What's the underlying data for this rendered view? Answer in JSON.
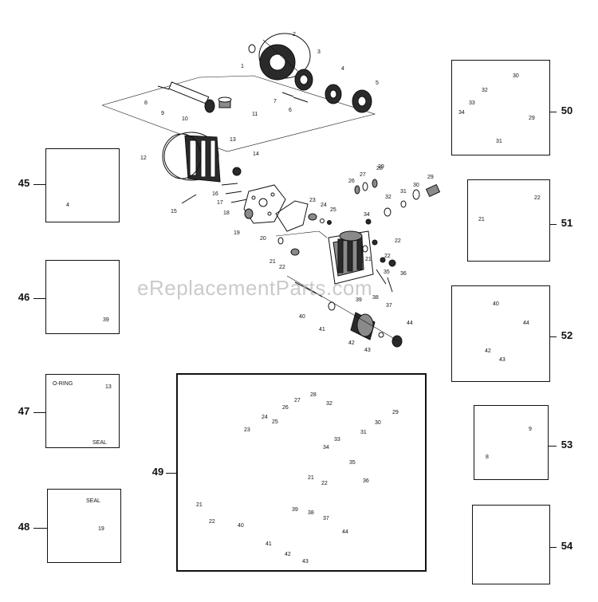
{
  "watermark": "eReplacementParts.com",
  "kit_labels": {
    "k45": "45",
    "k46": "46",
    "k47": "47",
    "k48": "48",
    "k49": "49",
    "k50": "50",
    "k51": "51",
    "k52": "52",
    "k53": "53",
    "k54": "54"
  },
  "text_labels": {
    "o_ring": "O-RING",
    "seal_47": "SEAL",
    "seal_48": "SEAL"
  },
  "callouts": {
    "main": [
      "1",
      "2",
      "3",
      "4",
      "5",
      "6",
      "7",
      "8",
      "9",
      "10",
      "11",
      "12",
      "13",
      "14",
      "15",
      "16",
      "17",
      "18",
      "19",
      "20",
      "21",
      "22",
      "23",
      "24",
      "25",
      "26",
      "27",
      "28",
      "29",
      "30",
      "31",
      "32",
      "34",
      "35",
      "36",
      "37",
      "38",
      "39",
      "40",
      "41",
      "42",
      "43",
      "44",
      "21",
      "22",
      "22",
      "29"
    ],
    "kit45": [
      "4"
    ],
    "kit46": [
      "39"
    ],
    "kit47": [
      "13"
    ],
    "kit48": [
      "19"
    ],
    "kit49": [
      "21",
      "22",
      "23",
      "24",
      "25",
      "26",
      "27",
      "28",
      "29",
      "30",
      "31",
      "32",
      "33",
      "34",
      "35",
      "36",
      "37",
      "38",
      "39",
      "40",
      "41",
      "42",
      "43",
      "44",
      "21",
      "22"
    ],
    "kit50": [
      "29",
      "30",
      "31",
      "32",
      "33",
      "34"
    ],
    "kit51": [
      "21",
      "22"
    ],
    "kit52": [
      "40",
      "42",
      "43",
      "44"
    ],
    "kit53": [
      "8",
      "9"
    ]
  }
}
